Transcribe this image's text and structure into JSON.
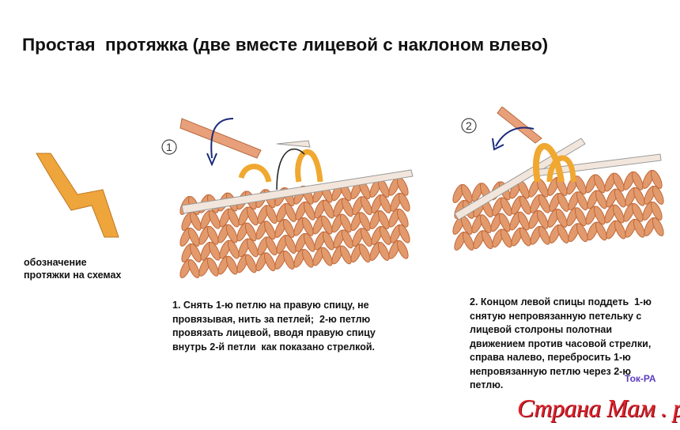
{
  "title": "Простая  протяжка (две вместе лицевой с наклоном влево)",
  "legend": {
    "caption": "обозначение\nпротяжки на схемах",
    "symbol_color": "#e8a23a"
  },
  "steps": [
    {
      "number": "1",
      "text": "1. Снять 1-ю петлю на правую спицу, не\nпровязывая, нить за петлей;  2-ю петлю\nпровязать лицевой, вводя правую спицу\nвнутрь 2-й петли  как показано стрелкой."
    },
    {
      "number": "2",
      "text": "2. Концом левой спицы поддеть  1-ю\nснятую непровязанную петельку с\nлицевой столроны полотнаи\nдвижением против часовой стрелки,\nсправа налево, перебросить 1-ю\nнепровязанную петлю через 2-ю\nпетлю."
    }
  ],
  "author": "Ток-РА",
  "watermark": "Страна Мам . ру",
  "colors": {
    "knit": "#e29a6c",
    "knit_dark": "#c0683a",
    "highlight": "#f0a830",
    "needle": "#f2e6dc"
  }
}
